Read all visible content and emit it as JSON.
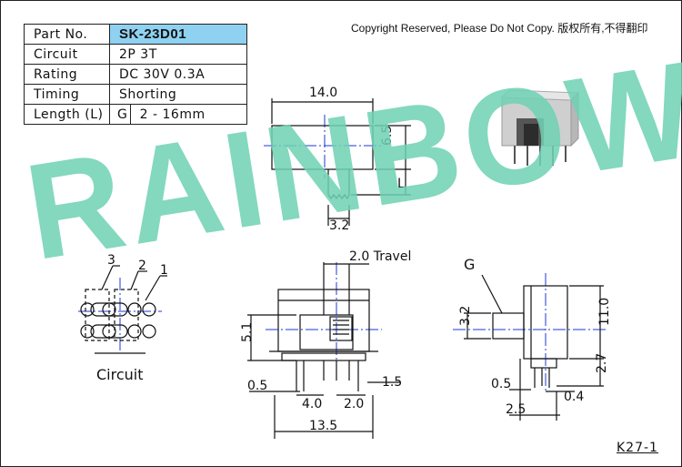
{
  "spec_table": {
    "rows": [
      {
        "key": "Part No.",
        "value": "SK-23D01"
      },
      {
        "key": "Circuit",
        "value": "2P 3T"
      },
      {
        "key": "Rating",
        "value": "DC 30V 0.3A"
      },
      {
        "key": "Timing",
        "value": "Shorting"
      },
      {
        "key": "Length (L)",
        "value_prefix": "G",
        "value": "2 - 16mm"
      }
    ]
  },
  "copyright": "Copyright Reserved, Please Do Not Copy. 版权所有,不得翻印",
  "watermark": "RAINBOW",
  "circuit": {
    "label": "Circuit",
    "terminal_labels": [
      "3",
      "2",
      "1"
    ]
  },
  "dimensions": {
    "top_view_width": "14.0",
    "top_view_height": "6.5",
    "lever_length": "L",
    "lever_width": "3.2",
    "travel": "2.0 Travel",
    "front_height": "5.1",
    "front_left_pin_offset": "0.5",
    "pin_pitch_a": "4.0",
    "pin_pitch_b": "2.0",
    "front_right_pin": "1.5",
    "total_width": "13.5",
    "side_marker": "G",
    "side_lever": "3.2",
    "side_height": "11.0",
    "side_pin_length": "2.7",
    "side_pin_left": "0.5",
    "side_pin_right": "0.4",
    "side_pin_pitch": "2.5"
  },
  "drawing_code": "K27-1",
  "colors": {
    "part_no_highlight": "#8fd1f1",
    "watermark": "#6fd2b4",
    "centerline": "#1b3ad6",
    "line": "#111111"
  }
}
